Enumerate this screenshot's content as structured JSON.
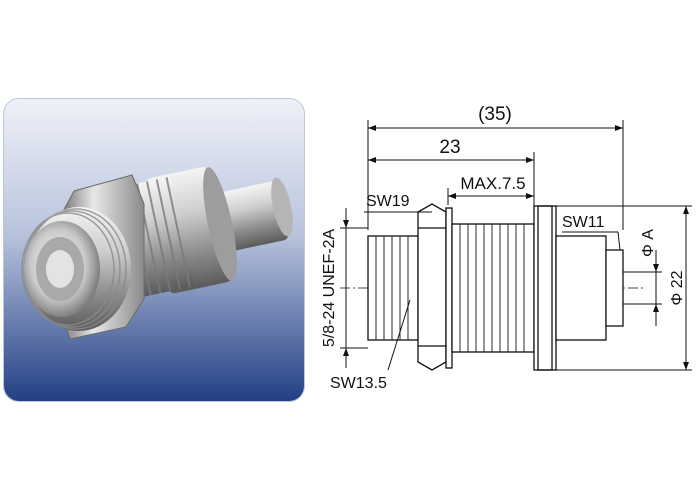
{
  "photo": {
    "gradient_top": "#e6ebf5",
    "gradient_bottom": "#223f84"
  },
  "drawing": {
    "dim_overall": "(35)",
    "dim_length": "23",
    "dim_max_panel": "MAX.7.5",
    "label_sw19": "SW19",
    "label_sw11": "SW11",
    "label_sw13_5": "SW13.5",
    "label_thread": "5/8-24 UNEF-2A",
    "label_dia_a": "Φ A",
    "label_dia_22": "Φ 22",
    "line_color": "#111111"
  }
}
